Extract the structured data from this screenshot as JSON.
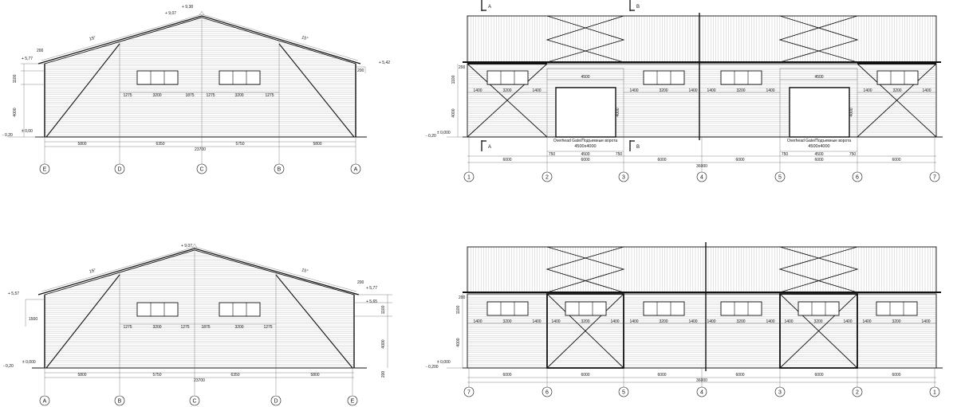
{
  "elevations": {
    "tl": {
      "levels": {
        "ridge": "+ 9,38",
        "ridge_sub": "+ 9,07",
        "eave_left": "+ 5,77",
        "eave_right": "+ 5,42",
        "ground": "± 0,00",
        "below": "- 0,20"
      },
      "slopes": [
        "15°",
        "15°"
      ],
      "edge_dims": [
        "200",
        "1100",
        "4000",
        "200"
      ],
      "window_dims": [
        "1275",
        "3200",
        "1875",
        "1275",
        "3200",
        "1275"
      ],
      "spans": [
        "5800",
        "6350",
        "5750",
        "5800"
      ],
      "total": "23700",
      "axes": [
        "E",
        "D",
        "C",
        "B",
        "A"
      ]
    },
    "tr": {
      "section_marks": [
        "A",
        "B",
        "A",
        "B"
      ],
      "levels": {
        "ground": "± 0,000",
        "below": "- 0,20"
      },
      "edge_dims": [
        "200",
        "1100",
        "4000"
      ],
      "door_dim": "4500",
      "door_height": "4000",
      "segment_dims": [
        "1400",
        "3200",
        "1400"
      ],
      "gates": [
        {
          "line1": "Overhead Gate/Подъемные ворота",
          "line2": "4500x4000"
        },
        {
          "line1": "Overhead Gate/Подъемные ворота",
          "line2": "4500x4000"
        }
      ],
      "gate_offsets": [
        "750",
        "4500",
        "750"
      ],
      "spans": [
        "6000",
        "6000",
        "6000",
        "6000",
        "6000",
        "6000"
      ],
      "total": "36000",
      "axes": [
        "1",
        "2",
        "3",
        "4",
        "5",
        "6",
        "7"
      ]
    },
    "bl": {
      "levels": {
        "ridge": "+ 9,07",
        "eave_left": "+ 5,57",
        "eave_right": "+ 5,77",
        "eave_right_sub": "+ 5,65",
        "ground": "± 0,000",
        "below": "- 0,20"
      },
      "slopes": [
        "15°",
        "15°"
      ],
      "edge_dims": [
        "1500",
        "200",
        "1100",
        "4000",
        "200"
      ],
      "window_dims": [
        "1275",
        "3200",
        "1275",
        "1875",
        "3200",
        "1275"
      ],
      "spans": [
        "5800",
        "5750",
        "6350",
        "5800"
      ],
      "total": "23700",
      "axes": [
        "A",
        "B",
        "C",
        "D",
        "E"
      ]
    },
    "br": {
      "levels": {
        "ground": "± 0,000",
        "below": "- 0,200"
      },
      "edge_dims": [
        "200",
        "1100",
        "4000"
      ],
      "segment_dims": [
        "1400",
        "3200",
        "1400"
      ],
      "spans": [
        "6000",
        "6000",
        "6000",
        "6000",
        "6000",
        "6000"
      ],
      "total": "36000",
      "axes": [
        "7",
        "6",
        "5",
        "4",
        "3",
        "2",
        "1"
      ]
    }
  }
}
